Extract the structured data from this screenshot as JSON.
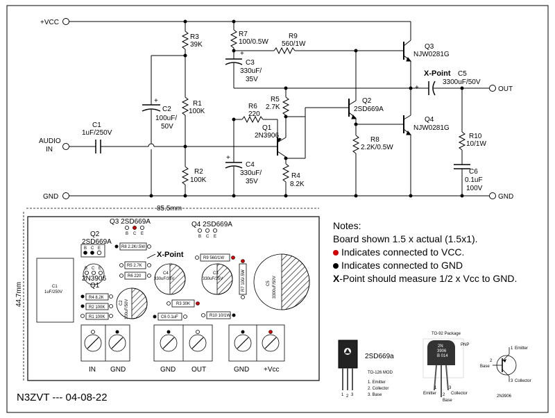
{
  "colors": {
    "vcc_dot": "#d40000",
    "gnd_dot": "#000000"
  },
  "schematic": {
    "nodes": {
      "vcc": "+VCC",
      "gnd_left": "GND",
      "gnd_right": "GND",
      "audio_in_1": "AUDIO",
      "audio_in_2": "IN",
      "out": "OUT",
      "xpoint": "X-Point"
    },
    "parts": {
      "r3": [
        "R3",
        "39K"
      ],
      "r7": [
        "R7",
        "100/0.5W"
      ],
      "r9": [
        "R9",
        "560/1W"
      ],
      "c3": [
        "C3",
        "330uF/",
        "35V"
      ],
      "q3": [
        "Q3",
        "NJW0281G"
      ],
      "c5": [
        "C5",
        "3300uF/50V"
      ],
      "r1": [
        "R1",
        "100K"
      ],
      "c2": [
        "C2",
        "100uF/",
        "50V"
      ],
      "r5": [
        "R5",
        "2.7K"
      ],
      "r6": [
        "R6",
        "220"
      ],
      "q1": [
        "Q1",
        "2N3906"
      ],
      "q2": [
        "Q2",
        "2SD669A"
      ],
      "q4": [
        "Q4",
        "NJW0281G"
      ],
      "c1": [
        "C1",
        "1uF/250V"
      ],
      "r8": [
        "R8",
        "2.2K/0.5W"
      ],
      "r10": [
        "R10",
        "10/1W"
      ],
      "c4": [
        "C4",
        "330uF/",
        "35V"
      ],
      "r2": [
        "R2",
        "100K"
      ],
      "r4": [
        "R4",
        "8.2K"
      ],
      "c6": [
        "C6",
        "0.1uF",
        "100V"
      ]
    }
  },
  "board": {
    "width_label": "85.5mm",
    "height_label": "44.7mm",
    "q3_label": "Q3 2SD669A",
    "q4_label": "Q4 2SD669A",
    "q2_label_1": "Q2",
    "q2_label_2": "2SD669A",
    "q1_label_1": "2N3906",
    "q1_label_2": "Q1",
    "xpoint": "X-Point",
    "r8": "R8 2.2K/.5W",
    "r5": "R5 2.7K",
    "r6": "R6 220",
    "r9": "R9 560/1W",
    "r7": "R7 100/.5W",
    "r4": "R4 8.2K",
    "r2": "R2 100K",
    "r1": "R1 100K",
    "r3": "R3 30K",
    "r10": "R10 10/1W",
    "c6": "C6 0.1uF",
    "c1_1": "C1",
    "c1_2": "1uF/250V",
    "c2_1": "C2",
    "c2_2": "100uF/50V",
    "c4_1": "C4",
    "c4_2": "330uF/35V",
    "c3_1": "C3",
    "c3_2": "330uF/35V",
    "c5_1": "C5",
    "c5_2": "3300uF/50V",
    "pins": [
      "B",
      "C",
      "E"
    ],
    "terminals": [
      "IN",
      "GND",
      "GND",
      "OUT",
      "GND",
      "+Vcc"
    ]
  },
  "notes": {
    "title": "Notes:",
    "line1": "Board shown 1.5 x actual (1.5x1).",
    "line2": "Indicates connected to VCC.",
    "line3": "Indicates connected to GND",
    "line4_bold": "X",
    "line4": "-Point should measure 1/2 x Vcc to GND."
  },
  "packages": {
    "d669_name": "2SD669a",
    "d669_pkg": "TO-126 MOD",
    "d669_pins": [
      "1. Emitter",
      "2. Collector",
      "3. Base"
    ],
    "d669_nums": [
      "1",
      "2",
      "3"
    ],
    "to92_title": "TO-92 Package",
    "to92_body": [
      "2N",
      "3906",
      "B 014"
    ],
    "to92_pins": [
      "Emitter",
      "Base",
      "Collector"
    ],
    "to92_nums": [
      "1",
      "2",
      "3"
    ],
    "pnp_label": "PNP",
    "sym_emitter": "Emitter",
    "sym_base": "Base",
    "sym_collector": "Collector",
    "sym_nums": [
      "1",
      "2",
      "3"
    ],
    "sym_name": "2N3906"
  },
  "footer": "N3ZVT --- 04-08-22"
}
